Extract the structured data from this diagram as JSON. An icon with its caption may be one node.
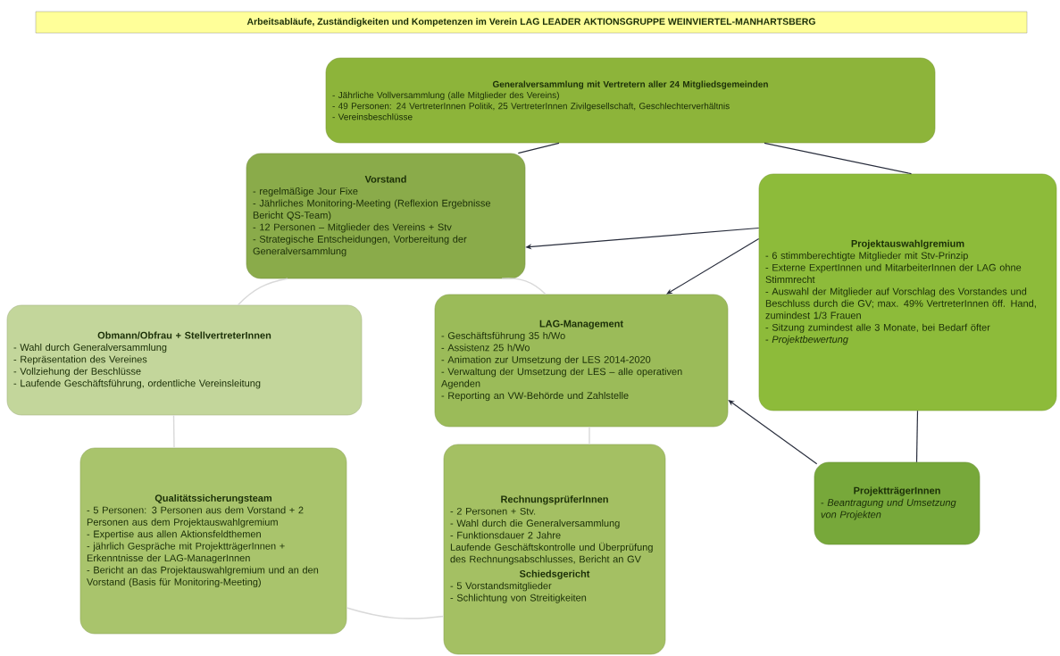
{
  "diagram": {
    "title": "Arbeitsabläufe, Zuständigkeiten und Kompetenzen im Verein LAG LEADER AKTIONSGRUPPE WEINVIERTEL-MANHARTSBERG",
    "nodes": [
      {
        "text": [
          "Generalversammlung mit Vertretern aller 24 Mitgliedsgemeinden",
          "- Jährliche Vollversammlung (alle Mitglieder des Vereins)",
          "- 49 Personen: 24 VertreterInnen Politik, 25 VertreterInnen Zivilgesellschaft, Geschlechterverhältnis",
          "- Vereinsbeschlüsse"
        ]
      },
      {
        "text": [
          "Vorstand",
          "- regelmäßige Jour Fixe",
          "- Jährliches Monitoring-Meeting (Reflexion Ergebnisse Bericht QS-Team)",
          "- 12 Personen – Mitglieder des Vereins + Stv",
          "- Strategische Entscheidungen, Vorbereitung der Generalversammlung"
        ]
      },
      {
        "text": [
          "Projektauswahlgremium",
          "- 6 stimmberechtigte Mitglieder mit Stv-Prinzip",
          "- Externe ExpertInnen und MitarbeiterInnen der LAG ohne Stimmrecht",
          "- Auswahl der Mitglieder auf Vorschlag des Vorstandes und Beschluss durch die GV; max. 49% VertreterInnen öff. Hand, zumindest 1/3 Frauen",
          "- Sitzung zumindest alle 3 Monate, bei Bedarf öfter",
          "- *Projektbewertung*"
        ]
      },
      {
        "text": [
          "Obmann/Obfrau + StellvertreterInnen",
          "- Wahl durch Generalversammlung",
          "- Repräsentation des Vereines",
          "- Vollziehung der Beschlüsse",
          "- Laufende Geschäftsführung, ordentliche Vereinsleitung"
        ]
      },
      {
        "text": [
          "LAG-Management",
          "- Geschäftsführung 35 h/Wo",
          "- Assistenz 25 h/Wo",
          "- Animation zur Umsetzung der LES 2014-2020",
          "- Verwaltung der Umsetzung der LES – alle operativen Agenden",
          "- Reporting an VW-Behörde und Zahlstelle"
        ]
      },
      {
        "text": [
          "Qualitätssicherungsteam",
          "- 5 Personen: 3 Personen aus dem Vorstand + 2 Personen aus dem Projektauswahlgremium",
          "- Expertise aus allen Aktionsfeldthemen",
          "- jährlich Gespräche mit ProjektträgerInnen + Erkenntnisse der LAG-ManagerInnen",
          "- Bericht an das Projektauswahlgremium und an den Vorstand (Basis für Monitoring-Meeting)"
        ]
      },
      {
        "text": [
          "RechnungsprüferInnen",
          "- 2 Personen + Stv.",
          "- Wahl durch die Generalversammlung",
          "- Funktionsdauer 2 Jahre",
          "Laufende Geschäftskontrolle und Überprüfung des Rechnungsabschlusses, Bericht an GV",
          "Schiedsgericht",
          "- 5 Vorstandsmitglieder",
          "- Schlichtung von Streitigkeiten"
        ]
      },
      {
        "text": [
          "ProjektträgerInnen",
          "- *Beantragung und Umsetzung von Projekten*"
        ]
      }
    ],
    "edges": [
      {
        "from": 0,
        "to": 1,
        "arrow": "none"
      },
      {
        "from": 0,
        "to": 2,
        "arrow": "none"
      },
      {
        "from": 2,
        "to": 1,
        "arrow": "to"
      },
      {
        "from": 2,
        "to": 4,
        "arrow": "to"
      },
      {
        "from": 7,
        "to": 4,
        "arrow": "to"
      },
      {
        "from": 2,
        "to": 7,
        "arrow": "none"
      },
      {
        "from": 1,
        "to": 3,
        "arrow": "none",
        "color": "#d9d9d9"
      },
      {
        "from": 1,
        "to": 4,
        "arrow": "none",
        "color": "#d9d9d9"
      },
      {
        "from": 3,
        "to": 5,
        "arrow": "none",
        "color": "#d9d9d9"
      },
      {
        "from": 5,
        "to": 6,
        "arrow": "none",
        "color": "#d9d9d9"
      },
      {
        "from": 4,
        "to": 6,
        "arrow": "none",
        "color": "#d9d9d9"
      }
    ]
  }
}
